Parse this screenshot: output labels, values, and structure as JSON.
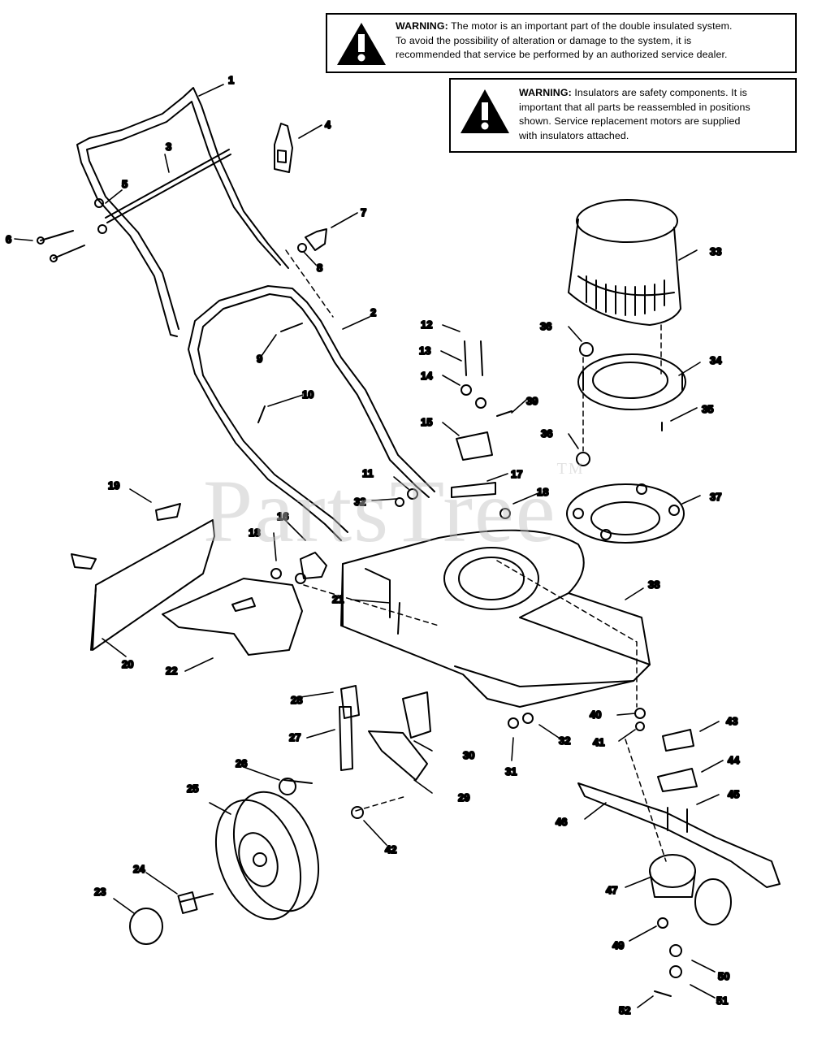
{
  "warnings": [
    {
      "lead": "WARNING:",
      "lines": [
        "The motor is an important part of the double insulated system.",
        "To avoid the possibility of alteration or damage to the system, it is",
        "recommended that service be performed by an authorized service dealer."
      ]
    },
    {
      "lead": "WARNING:",
      "lines": [
        "Insulators are safety components. It is",
        "important that all parts be reassembled in positions",
        "shown.  Service replacement motors are supplied",
        "with insulators attached."
      ]
    }
  ],
  "watermark": {
    "text": "PartsTree",
    "mark": "TM"
  },
  "callouts": [
    "1",
    "2",
    "3",
    "4",
    "5",
    "6",
    "7",
    "8",
    "9",
    "10",
    "11",
    "12",
    "13",
    "14",
    "15",
    "16",
    "17",
    "18",
    "18",
    "19",
    "20",
    "21",
    "22",
    "23",
    "24",
    "25",
    "26",
    "27",
    "28",
    "29",
    "30",
    "31",
    "32",
    "32",
    "33",
    "34",
    "35",
    "36",
    "36",
    "37",
    "38",
    "39",
    "40",
    "41",
    "42",
    "43",
    "44",
    "45",
    "46",
    "47",
    "49",
    "50",
    "51",
    "52"
  ],
  "icons": {
    "warning": "warning-triangle-icon"
  }
}
